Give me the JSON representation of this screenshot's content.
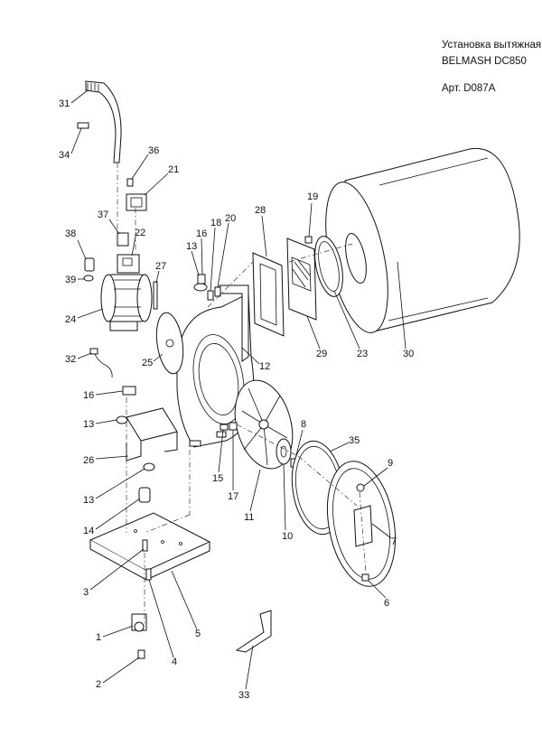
{
  "title": {
    "line1": "Установка вытяжная",
    "line2": "BELMASH DC850",
    "line3": "Арт. D087A"
  },
  "callouts": [
    "31",
    "34",
    "36",
    "21",
    "37",
    "22",
    "38",
    "39",
    "24",
    "27",
    "32",
    "25",
    "16",
    "13",
    "26",
    "14",
    "3",
    "1",
    "2",
    "4",
    "5",
    "33",
    "15",
    "17",
    "11",
    "12",
    "18",
    "20",
    "28",
    "19",
    "29",
    "23",
    "30",
    "8",
    "10",
    "35",
    "9",
    "7",
    "6"
  ]
}
